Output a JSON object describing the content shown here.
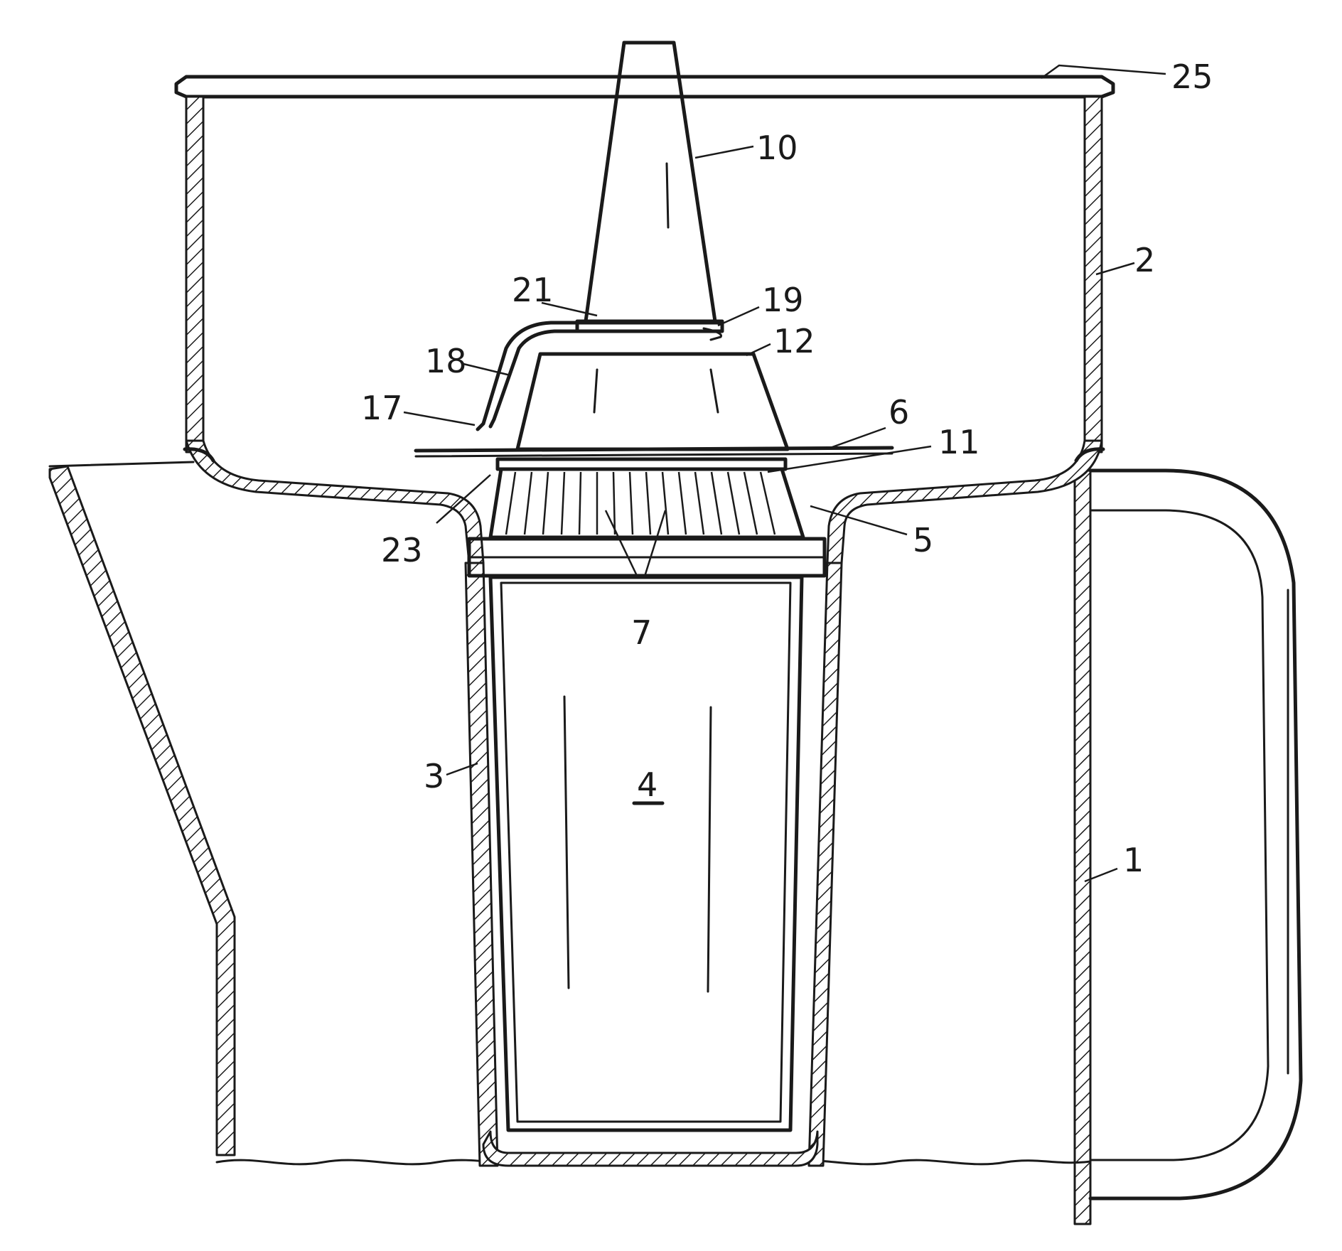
{
  "figure": {
    "labels": {
      "l25": "25",
      "l10": "10",
      "l2": "2",
      "l21": "21",
      "l19": "19",
      "l12": "12",
      "l18": "18",
      "l17": "17",
      "l6": "6",
      "l11": "11",
      "l23": "23",
      "l5": "5",
      "l7": "7",
      "l3": "3",
      "l4": "4",
      "l1": "1"
    }
  }
}
